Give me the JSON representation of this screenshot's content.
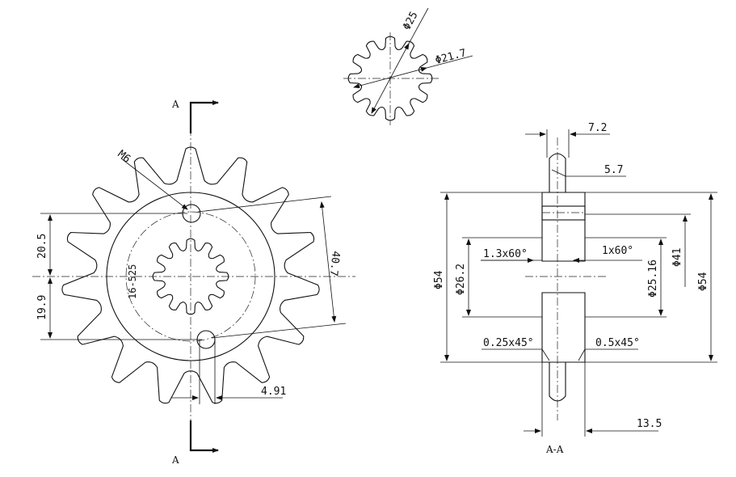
{
  "section_markers": {
    "top": "A",
    "bottom": "A",
    "section_view_label": "A-A"
  },
  "front_view": {
    "thread": "M6",
    "dim_20_5": "20.5",
    "dim_19_9": "19.9",
    "bolt_circle": "16-525",
    "dim_40_7": "40.7",
    "dim_4_91": "4.91"
  },
  "spline_detail": {
    "outer_dia": "Φ25",
    "inner_dia": "Φ21.7"
  },
  "section_view": {
    "dim_7_2": "7.2",
    "dim_5_7": "5.7",
    "chamfer_left": "1.3x60°",
    "chamfer_right": "1x60°",
    "dia_54_left": "Φ54",
    "dia_26_2": "Φ26.2",
    "dia_25_16": "Φ25.16",
    "dia_41": "Φ41",
    "dia_54_right": "Φ54",
    "chamfer_bottom_left": "0.25x45°",
    "chamfer_bottom_right": "0.5x45°",
    "dim_13_5": "13.5"
  }
}
